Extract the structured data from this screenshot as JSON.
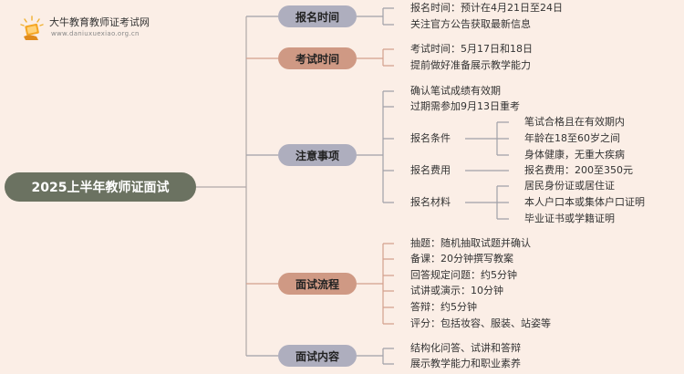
{
  "site": {
    "name": "大牛教育教师证考试网",
    "url": "www.daniuxuexiao.org.cn",
    "logo_icon": "book-hand-icon"
  },
  "root": {
    "label": "2025上半年教师证面试"
  },
  "branches": [
    {
      "label": "报名时间",
      "items": [
        "报名时间：预计在4月21日至24日",
        "关注官方公告获取最新信息"
      ]
    },
    {
      "label": "考试时间",
      "items": [
        "考试时间：5月17日和18日",
        "提前做好准备展示教学能力"
      ]
    },
    {
      "label": "注意事项",
      "items": [
        "确认笔试成绩有效期",
        "过期需参加9月13日重考"
      ],
      "groups": [
        {
          "label": "报名条件",
          "items": [
            "笔试合格且在有效期内",
            "年龄在18至60岁之间",
            "身体健康，无重大疾病"
          ]
        },
        {
          "label": "报名费用",
          "items": [
            "报名费用：200至350元"
          ]
        },
        {
          "label": "报名材料",
          "items": [
            "居民身份证或居住证",
            "本人户口本或集体户口证明",
            "毕业证书或学籍证明"
          ]
        }
      ]
    },
    {
      "label": "面试流程",
      "items": [
        "抽题：随机抽取试题并确认",
        "备课：20分钟撰写教案",
        "回答规定问题：约5分钟",
        "试讲或演示：10分钟",
        "答辩：约5分钟",
        "评分：包括妆容、服装、站姿等"
      ]
    },
    {
      "label": "面试内容",
      "items": [
        "结构化问答、试讲和答辩",
        "展示教学能力和职业素养"
      ]
    }
  ],
  "colors": {
    "background": "#fbeee6",
    "root": "#6b7261",
    "branch_gray": "#aeaebe",
    "branch_brown": "#cf9984",
    "line_gray": "#a0a0a8",
    "line_brown": "#d3a08c"
  }
}
